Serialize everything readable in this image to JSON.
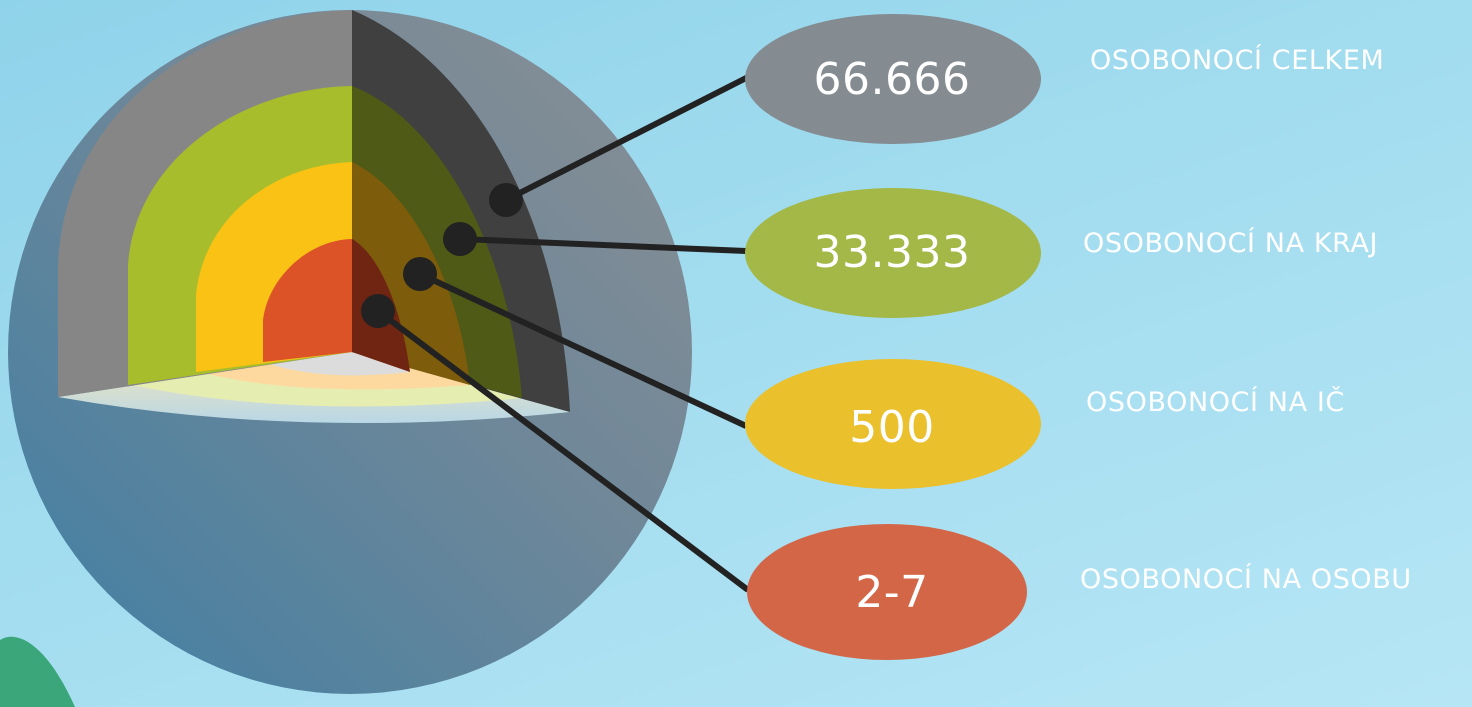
{
  "diagram": {
    "layers": [
      {
        "value": "66.666",
        "label": "OSOBONOCÍ CELKEM",
        "color": "#858c91"
      },
      {
        "value": "33.333",
        "label": "OSOBONOCÍ NA KRAJ",
        "color": "#a3b846"
      },
      {
        "value": "500",
        "label": "OSOBONOCÍ NA IČ",
        "color": "#eac02c"
      },
      {
        "value": "2-7",
        "label": "OSOBONOCÍ NA OSOBU",
        "color": "#d46648"
      }
    ]
  }
}
